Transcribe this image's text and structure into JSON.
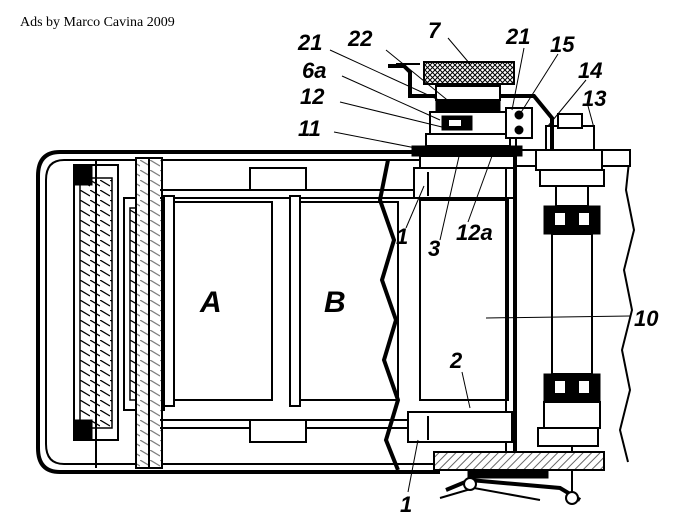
{
  "credit": "Ads by Marco Cavina 2009",
  "labels": {
    "n7": "7",
    "n21_left": "21",
    "n22": "22",
    "n21_right": "21",
    "n15": "15",
    "n6a": "6a",
    "n14": "14",
    "n13": "13",
    "n12": "12",
    "n11": "11",
    "n1_upper": "1",
    "n3": "3",
    "n12a": "12a",
    "n10": "10",
    "n2": "2",
    "n1_lower": "1",
    "A": "A",
    "B": "B"
  }
}
